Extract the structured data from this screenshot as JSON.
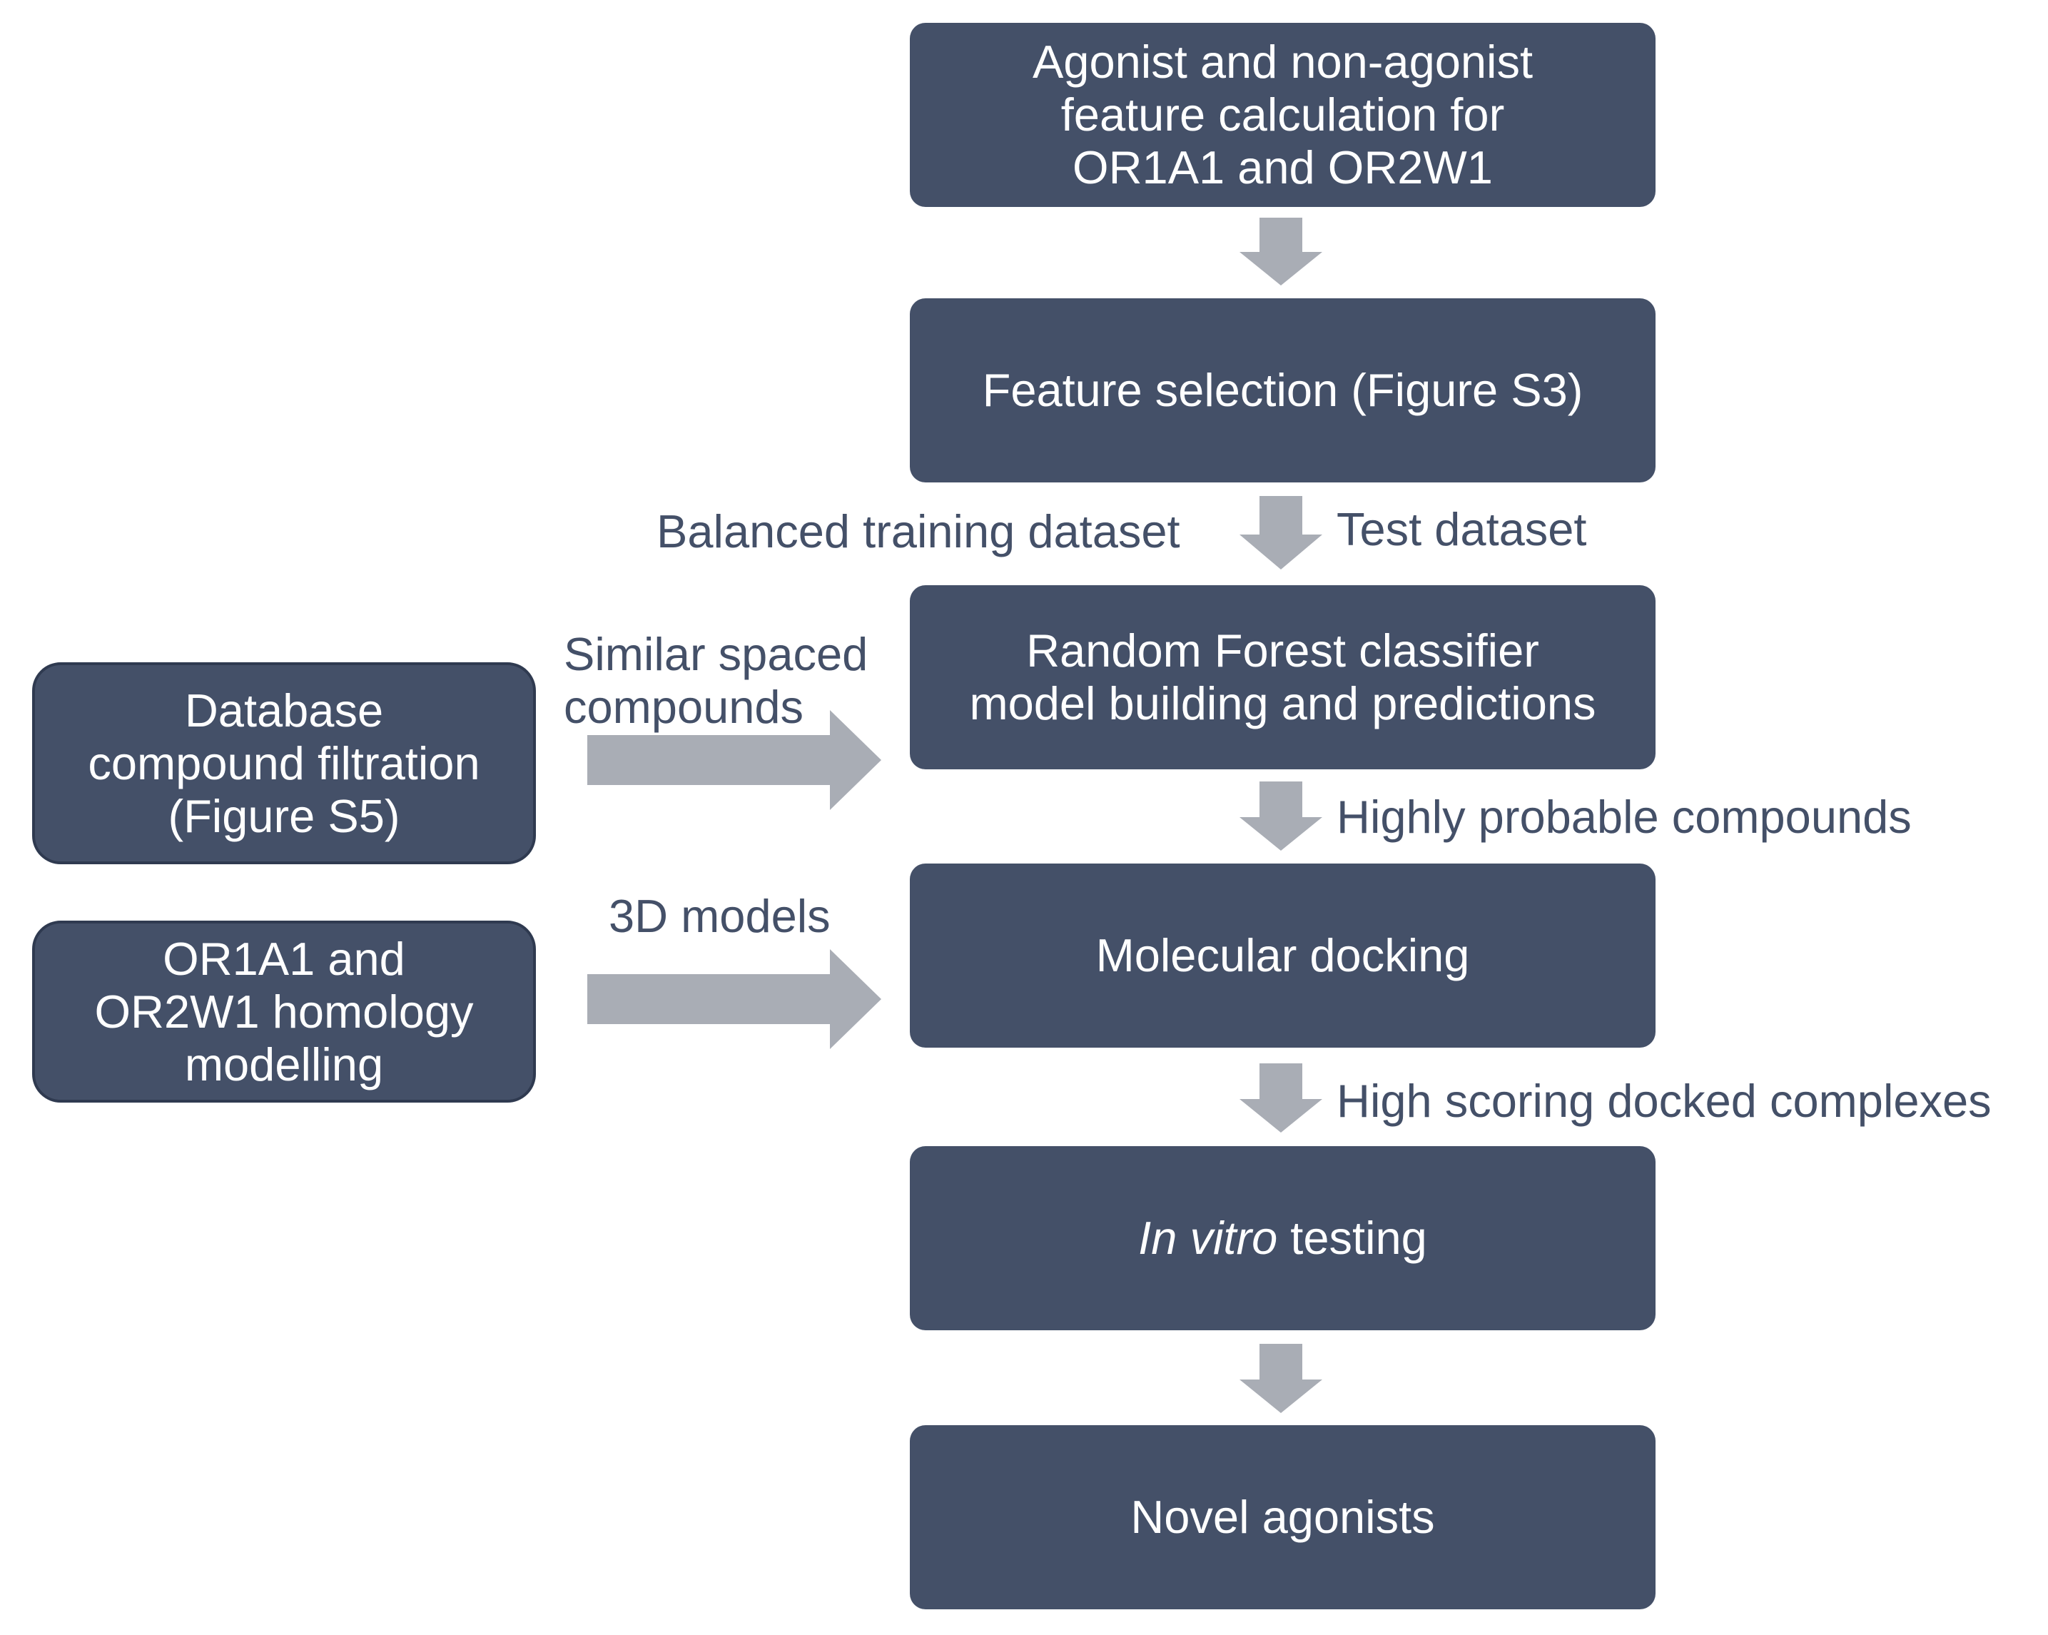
{
  "boxes": {
    "feature_calc": [
      "Agonist and non-agonist",
      "feature calculation for",
      "OR1A1 and OR2W1"
    ],
    "feature_selection": "Feature selection (Figure S3)",
    "random_forest": [
      "Random Forest classifier",
      "model building and predictions"
    ],
    "docking": "Molecular docking",
    "in_vitro": {
      "italic": "In vitro",
      "rest": " testing"
    },
    "novel": "Novel agonists",
    "database": [
      "Database",
      "compound filtration",
      "(Figure S5)"
    ],
    "homology": [
      "OR1A1 and",
      "OR2W1 homology",
      "modelling"
    ]
  },
  "labels": {
    "balanced": "Balanced training dataset",
    "test": "Test dataset",
    "similar": [
      "Similar spaced",
      "compounds"
    ],
    "highly": "Highly probable compounds",
    "models3d": "3D models",
    "high_scoring": "High scoring docked complexes"
  },
  "colors": {
    "box": "#445068",
    "arrow": "#a9adb5",
    "text_dark": "#445068"
  }
}
